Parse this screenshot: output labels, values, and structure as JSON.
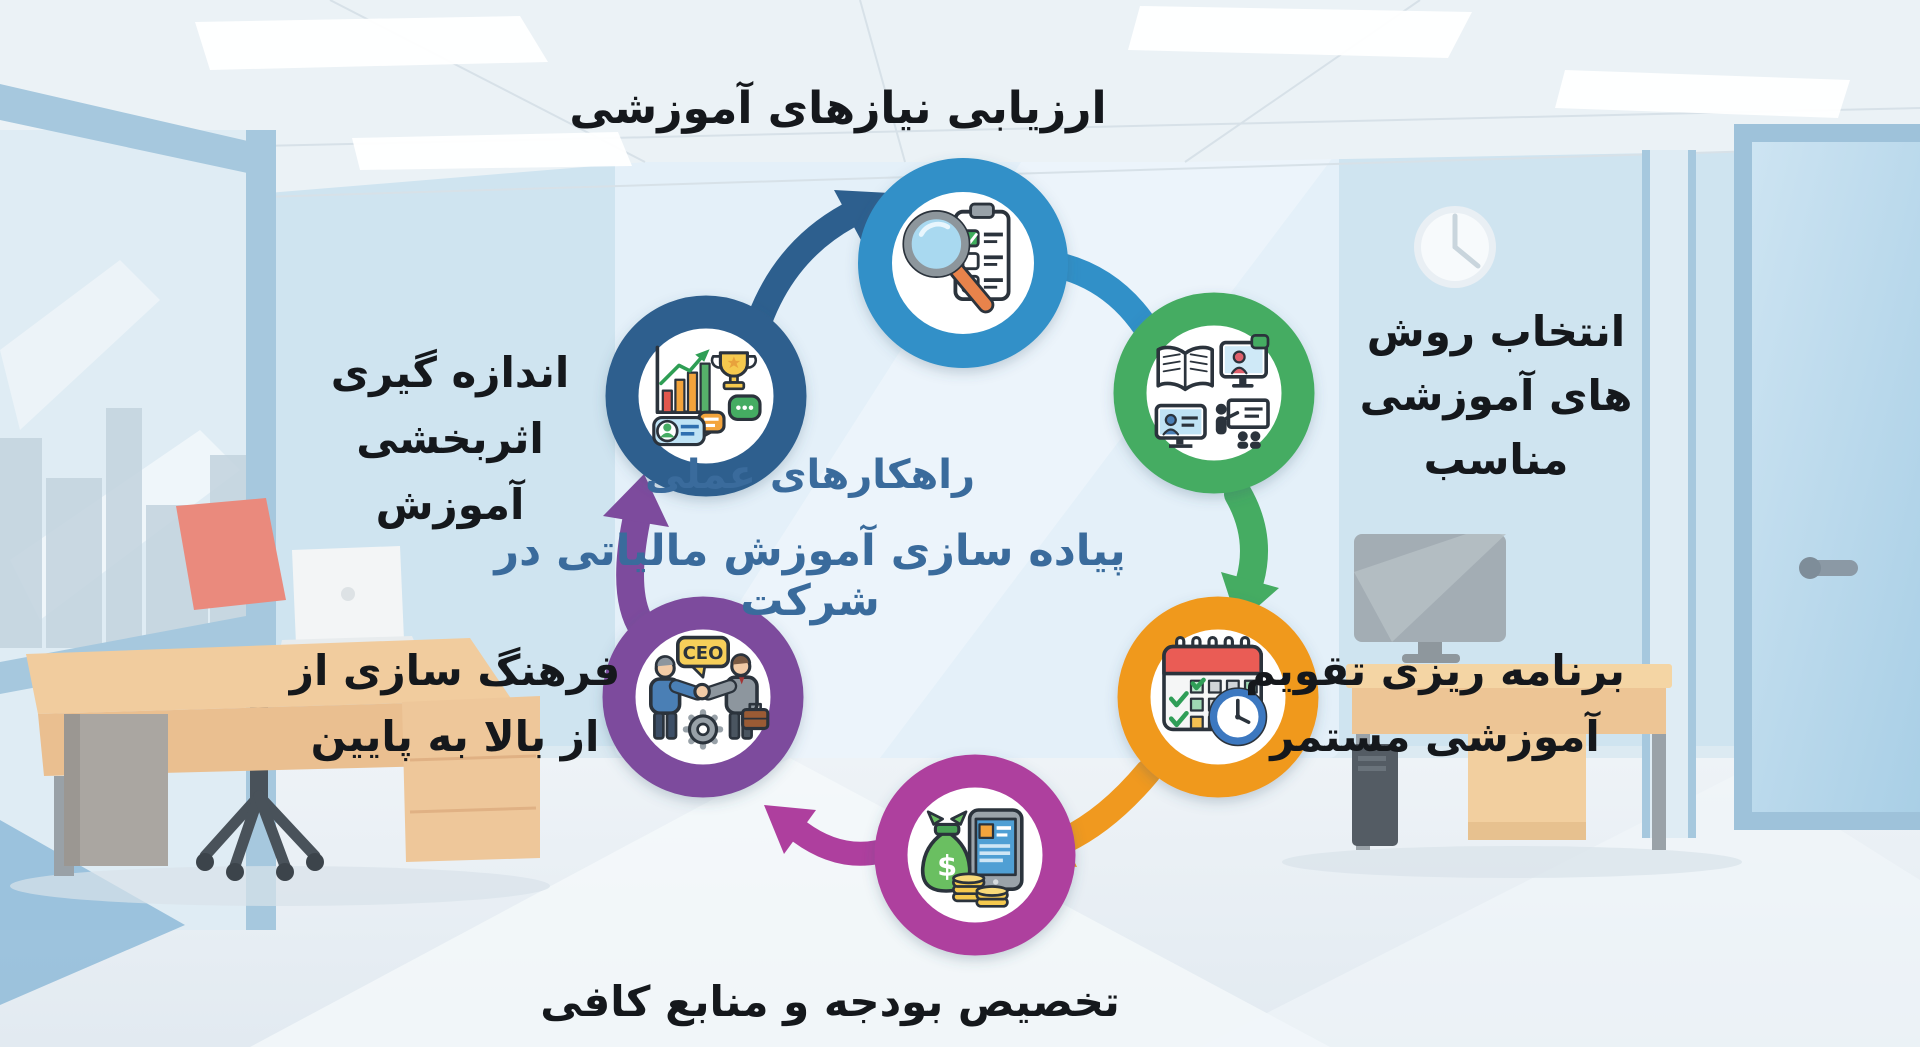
{
  "center": {
    "line1": "راهکارهای عملی",
    "line2": "پیاده سازی آموزش مالیاتی در شرکت",
    "text_color": "#3a6b9c"
  },
  "steps": [
    {
      "id": "needs-assessment",
      "label": "ارزیابی نیازهای آموزشی",
      "color": "#3190c8",
      "icon": "magnifier-checklist-icon"
    },
    {
      "id": "method-selection",
      "label": "انتخاب روش\nهای آموزشی\nمناسب",
      "color": "#45ac62",
      "icon": "training-methods-icon"
    },
    {
      "id": "calendar-planning",
      "label": "برنامه ریزی تقویم\nآموزشی مستمر",
      "color": "#f0991f",
      "icon": "calendar-clock-icon"
    },
    {
      "id": "budget-allocation",
      "label": "تخصیص بودجه و منابع کافی",
      "color": "#ae3f9e",
      "icon": "budget-resources-icon"
    },
    {
      "id": "culture-building",
      "label": "فرهنگ سازی از\nاز بالا به پایین",
      "color": "#7d4b9d",
      "icon": "ceo-handshake-icon"
    },
    {
      "id": "effectiveness-measurement",
      "label": "اندازه گیری\nاثربخشی آموزش",
      "color": "#2d5f8e",
      "icon": "chart-trophy-icon"
    }
  ],
  "icon_text": {
    "ceo": "CEO",
    "dollar": "$"
  },
  "label_text_color": "#15181c"
}
